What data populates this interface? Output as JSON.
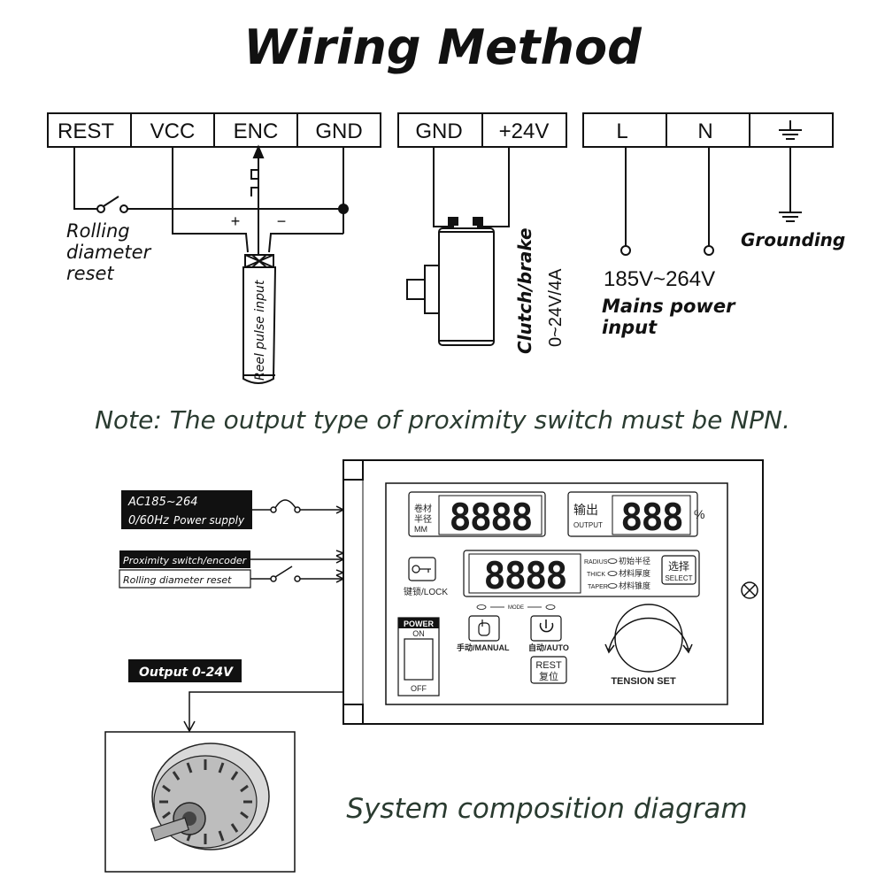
{
  "title": "Wiring Method",
  "wiring": {
    "sensor_terminals": [
      "REST",
      "VCC",
      "ENC",
      "GND"
    ],
    "clutch_terminals": [
      "GND",
      "+24V"
    ],
    "power_terminals": [
      "L",
      "N"
    ],
    "rolling_reset_label": [
      "Rolling",
      "diameter",
      "reset"
    ],
    "plus_sign": "+",
    "minus_sign": "−",
    "reel_pulse_label": "Reel pulse input",
    "clutch_label": "Clutch/brake",
    "clutch_rating": "0~24V/4A",
    "voltage": "185V~264V",
    "mains_label": [
      "Mains power",
      "input"
    ],
    "grounding_label": "Grounding"
  },
  "note": "Note: The output type of proximity switch must be NPN.",
  "system": {
    "power_supply_lines": [
      "AC185~264",
      "0/60Hz"
    ],
    "power_supply_suffix": "Power supply",
    "proximity_label": "Proximity switch/encoder",
    "rolling_reset_label": "Rolling diameter reset",
    "output_label": "Output 0-24V",
    "caption": "System composition diagram"
  },
  "panel": {
    "roll_diameter_cn": [
      "卷材",
      "半径"
    ],
    "roll_diameter_unit": "MM",
    "display_main": "8888",
    "output_cn": "输出",
    "output_en": "OUTPUT",
    "display_output": "888",
    "percent": "%",
    "display_mid": "8888",
    "lock_label": "键锁/LOCK",
    "indicators": [
      {
        "en": "RADIUS",
        "cn": "初始半径"
      },
      {
        "en": "THICK",
        "cn": "材料厚度"
      },
      {
        "en": "TAPER",
        "cn": "材料锥度"
      }
    ],
    "select_cn": "选择",
    "select_en": "SELECT",
    "mode_label": "MODE",
    "manual_label": "手动/MANUAL",
    "auto_label": "自动/AUTO",
    "rest_en": "REST",
    "rest_cn": "复位",
    "power_title": "POWER",
    "power_on": "ON",
    "power_off": "OFF",
    "tension_label": "TENSION SET",
    "knob_minus": "-",
    "knob_plus": "+"
  }
}
